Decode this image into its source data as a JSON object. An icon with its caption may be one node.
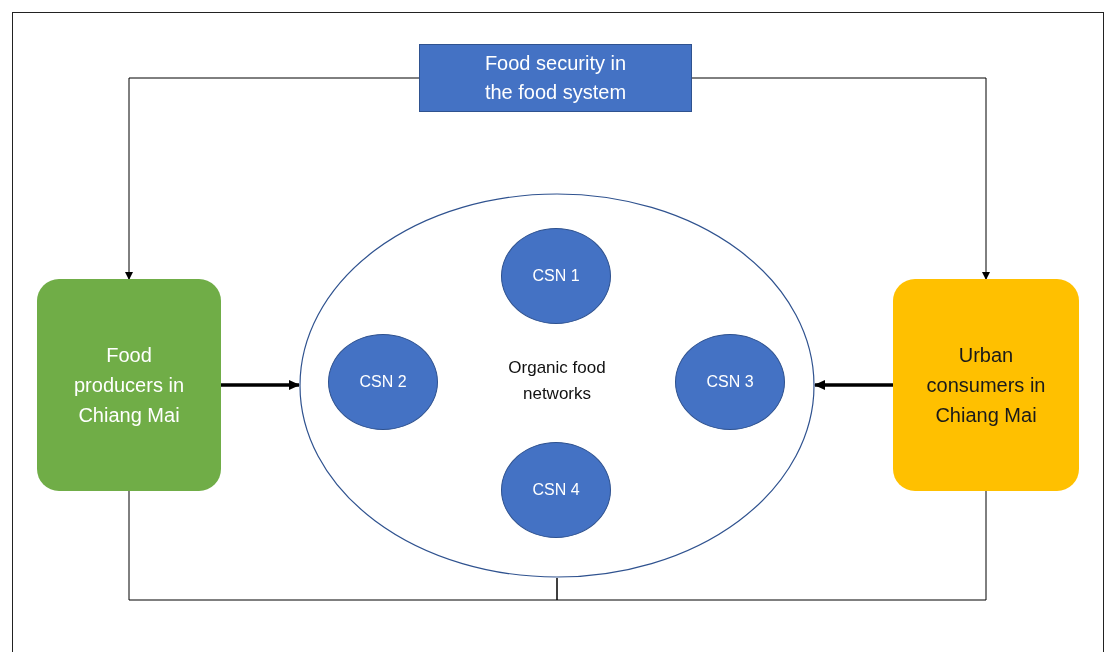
{
  "diagram": {
    "nodes": [
      {
        "text": [
          "Food security in the food system"
        ]
      },
      {
        "text": [
          "Food producers in Chiang Mai"
        ]
      },
      {
        "text": [
          "Organic food networks"
        ]
      },
      {
        "text": [
          "CSN 1"
        ],
        "in": 2
      },
      {
        "text": [
          "CSN 2"
        ],
        "in": 2
      },
      {
        "text": [
          "CSN 3"
        ],
        "in": 2
      },
      {
        "text": [
          "CSN 4"
        ],
        "in": 2
      },
      {
        "text": [
          "Urban consumers in Chiang Mai"
        ]
      }
    ],
    "edges": [
      {
        "from": 0,
        "to": 1,
        "arrow": "to"
      },
      {
        "from": 0,
        "to": 7,
        "arrow": "to"
      },
      {
        "from": 1,
        "to": 2,
        "arrow": "to",
        "style": "thick"
      },
      {
        "from": 7,
        "to": 2,
        "arrow": "to",
        "style": "thick"
      },
      {
        "from": 1,
        "to": 2,
        "arrow": "none"
      },
      {
        "from": 7,
        "to": 2,
        "arrow": "none"
      }
    ]
  }
}
